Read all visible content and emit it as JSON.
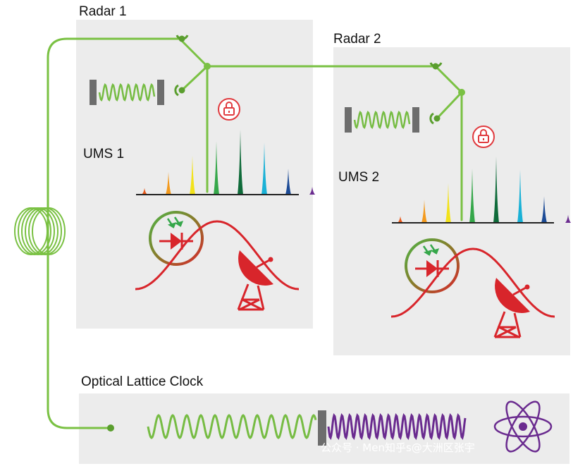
{
  "labels": {
    "radar1": "Radar 1",
    "radar2": "Radar 2",
    "ums1": "UMS 1",
    "ums2": "UMS 2",
    "clock": "Optical Lattice Clock"
  },
  "watermark": "公众号 · Men知乎s@大洲区张宇",
  "colors": {
    "panel": "#ececec",
    "fiber": "#7ac143",
    "fiber_dark": "#5a9e2e",
    "cavity": "#6d6d6d",
    "laser_green": "#76bc43",
    "laser_purple": "#6a2b8f",
    "lock": "#e03a3e",
    "radar_red": "#d8252b",
    "axis": "#222222"
  },
  "comb_colors": [
    "#e85a1c",
    "#f39a1e",
    "#f2e21b",
    "#35a74a",
    "#0f6b3a",
    "#1ab1d6",
    "#1c4b96",
    "#6a2b8f"
  ],
  "comb_levels": [
    0.1,
    0.35,
    0.6,
    0.82,
    1.0,
    0.8,
    0.4,
    0.12
  ],
  "icons": [
    "lock-icon",
    "photodiode-icon",
    "radar-dish-icon",
    "atom-icon",
    "fiber-coil-icon",
    "fiber-connector-icon"
  ]
}
